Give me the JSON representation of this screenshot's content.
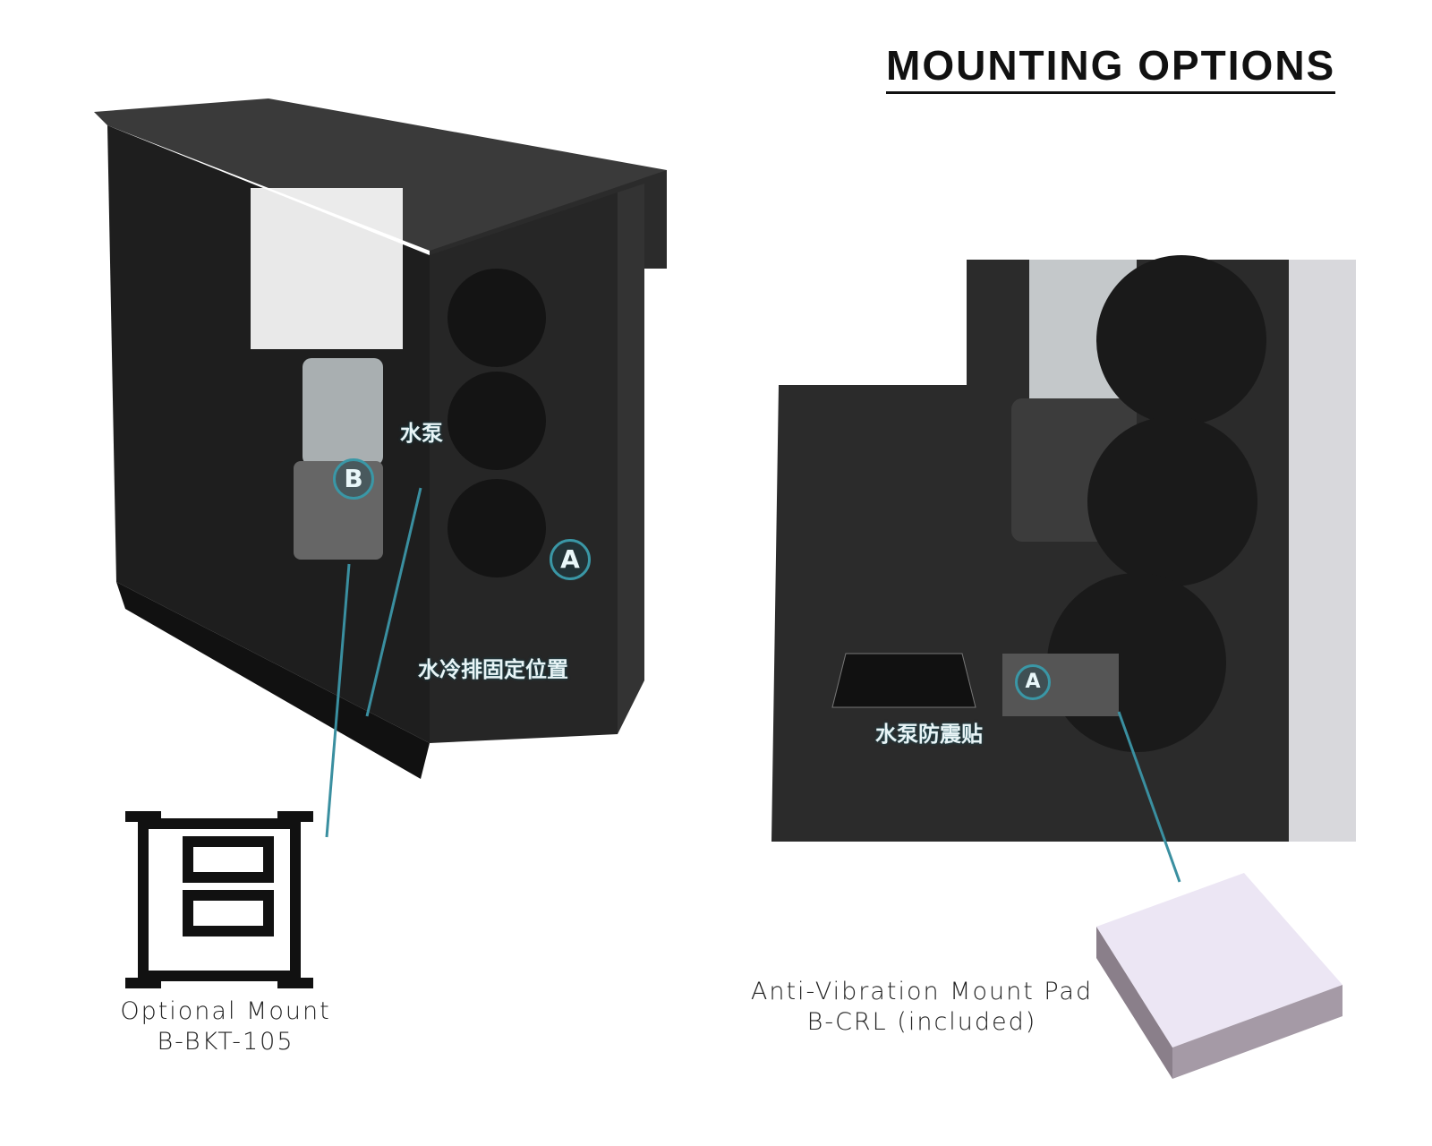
{
  "header": {
    "title": "MOUNTING OPTIONS"
  },
  "left_figure": {
    "pump_label": "水泵",
    "marker_b": "B",
    "marker_a": "A",
    "radiator_label": "水冷排固定位置"
  },
  "right_figure": {
    "marker_a": "A",
    "pad_label": "水泵防震贴"
  },
  "optional_mount": {
    "name": "Optional Mount",
    "part": "B-BKT-105"
  },
  "anti_vibration_pad": {
    "name": "Anti-Vibration Mount Pad",
    "part": "B-CRL (included)"
  },
  "colors": {
    "accent": "#3a8fa0",
    "case": "#2a2a2a",
    "pad": "#ece6f4"
  }
}
